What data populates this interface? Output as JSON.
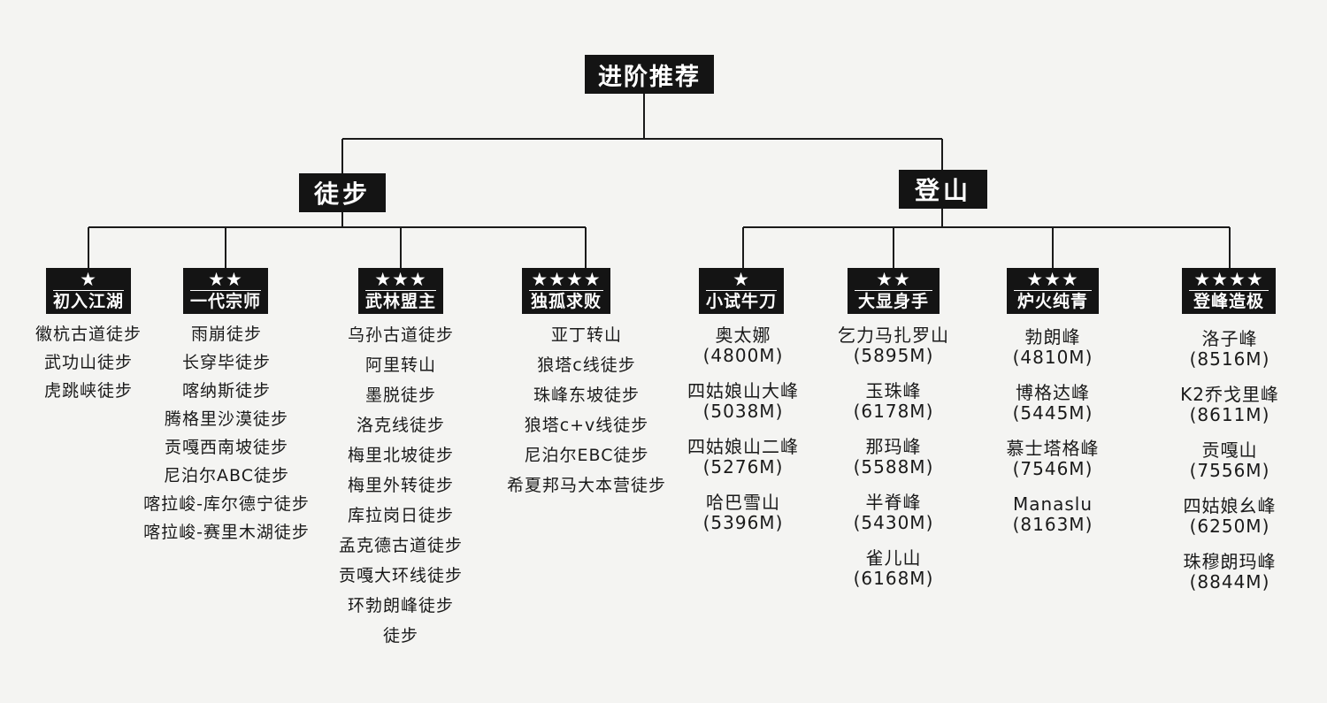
{
  "root": "进阶推荐",
  "branches": [
    {
      "label": "徒步",
      "categories": [
        {
          "stars": "★",
          "title": "初入江湖",
          "items": [
            "徽杭古道徒步",
            "武功山徒步",
            "虎跳峡徒步"
          ]
        },
        {
          "stars": "★★",
          "title": "一代宗师",
          "items": [
            "雨崩徒步",
            "长穿毕徒步",
            "喀纳斯徒步",
            "腾格里沙漠徒步",
            "贡嘎西南坡徒步",
            "尼泊尔ABC徒步",
            "喀拉峻-库尔德宁徒步",
            "喀拉峻-赛里木湖徒步"
          ]
        },
        {
          "stars": "★★★",
          "title": "武林盟主",
          "items": [
            "乌孙古道徒步",
            "阿里转山",
            "墨脱徒步",
            "洛克线徒步",
            "梅里北坡徒步",
            "梅里外转徒步",
            "库拉岗日徒步",
            "孟克德古道徒步",
            "贡嘎大环线徒步",
            "环勃朗峰徒步",
            "徒步"
          ]
        },
        {
          "stars": "★★★★",
          "title": "独孤求败",
          "items": [
            "亚丁转山",
            "狼塔c线徒步",
            "珠峰东坡徒步",
            "狼塔c+v线徒步",
            "尼泊尔EBC徒步",
            "希夏邦马大本营徒步"
          ]
        }
      ]
    },
    {
      "label": "登山",
      "categories": [
        {
          "stars": "★",
          "title": "小试牛刀",
          "peaks": [
            {
              "name": "奥太娜",
              "alt": "(4800M)"
            },
            {
              "name": "四姑娘山大峰",
              "alt": "(5038M)"
            },
            {
              "name": "四姑娘山二峰",
              "alt": "(5276M)"
            },
            {
              "name": "哈巴雪山",
              "alt": "(5396M)"
            }
          ]
        },
        {
          "stars": "★★",
          "title": "大显身手",
          "peaks": [
            {
              "name": "乞力马扎罗山",
              "alt": "(5895M)"
            },
            {
              "name": "玉珠峰",
              "alt": "(6178M)"
            },
            {
              "name": "那玛峰",
              "alt": "(5588M)"
            },
            {
              "name": "半脊峰",
              "alt": "(5430M)"
            },
            {
              "name": "雀儿山",
              "alt": "(6168M)"
            }
          ]
        },
        {
          "stars": "★★★",
          "title": "炉火纯青",
          "peaks": [
            {
              "name": "勃朗峰",
              "alt": "(4810M)"
            },
            {
              "name": "博格达峰",
              "alt": "(5445M)"
            },
            {
              "name": "慕士塔格峰",
              "alt": "(7546M)"
            },
            {
              "name": "Manaslu",
              "alt": "(8163M)"
            }
          ]
        },
        {
          "stars": "★★★★",
          "title": "登峰造极",
          "peaks": [
            {
              "name": "洛子峰",
              "alt": "(8516M)"
            },
            {
              "name": "K2乔戈里峰",
              "alt": "(8611M)"
            },
            {
              "name": "贡嘎山",
              "alt": "(7556M)"
            },
            {
              "name": "四姑娘幺峰",
              "alt": "(6250M)"
            },
            {
              "name": "珠穆朗玛峰",
              "alt": "(8844M)"
            }
          ]
        }
      ]
    }
  ]
}
